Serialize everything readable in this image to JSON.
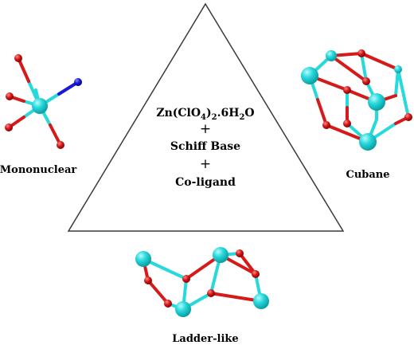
{
  "center": {
    "formula": {
      "base": "Zn(ClO",
      "sub1": "4",
      "mid": ")",
      "sub2": "2",
      "tail1": ".6H",
      "sub3": "2",
      "tail2": "O"
    },
    "plus": "+",
    "line2": "Schiff Base",
    "line3": "Co-ligand"
  },
  "structures": {
    "mononuclear": "Mononuclear",
    "cubane": "Cubane",
    "ladder": "Ladder-like"
  },
  "colors": {
    "zinc": "#28d9dc",
    "oxygen": "#d61a1a",
    "nitrogen": "#1a1ad6",
    "triangle": "#3a3a3a"
  }
}
